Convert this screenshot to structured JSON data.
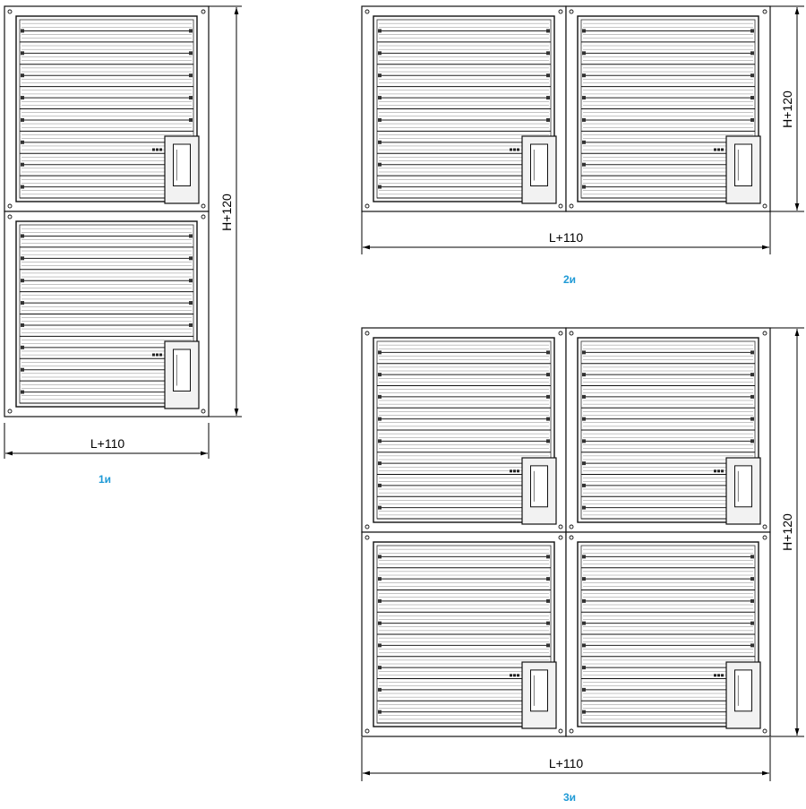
{
  "figures": [
    {
      "id": "1",
      "caption": "1и",
      "width_label": "L+110",
      "height_label": "H+120",
      "cols": 1,
      "rows": 2,
      "height_label_side": "right-lower"
    },
    {
      "id": "2",
      "caption": "2и",
      "width_label": "L+110",
      "height_label": "H+120",
      "cols": 2,
      "rows": 1,
      "height_label_side": "right-upper"
    },
    {
      "id": "3",
      "caption": "3и",
      "width_label": "L+110",
      "height_label": "H+120",
      "cols": 2,
      "rows": 2,
      "height_label_side": "right-middle"
    }
  ]
}
